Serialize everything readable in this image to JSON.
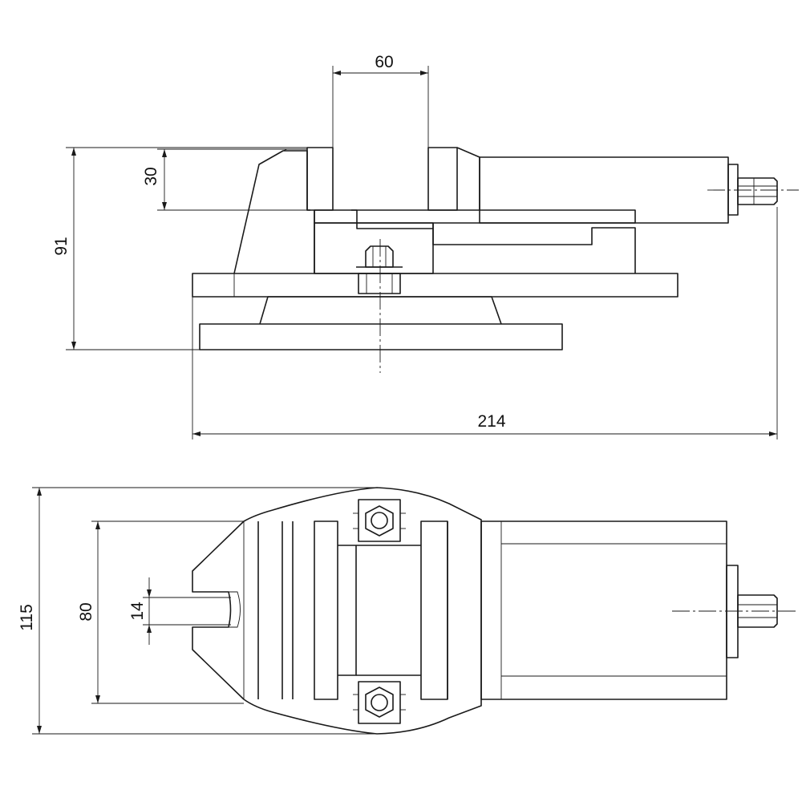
{
  "dimensions": {
    "jaw_opening": "60",
    "jaw_height": "30",
    "overall_height": "91",
    "overall_length": "214",
    "overall_width": "115",
    "jaw_width": "80",
    "slot_width": "14"
  },
  "colors": {
    "line": "#1a1a1a",
    "background": "#ffffff"
  }
}
